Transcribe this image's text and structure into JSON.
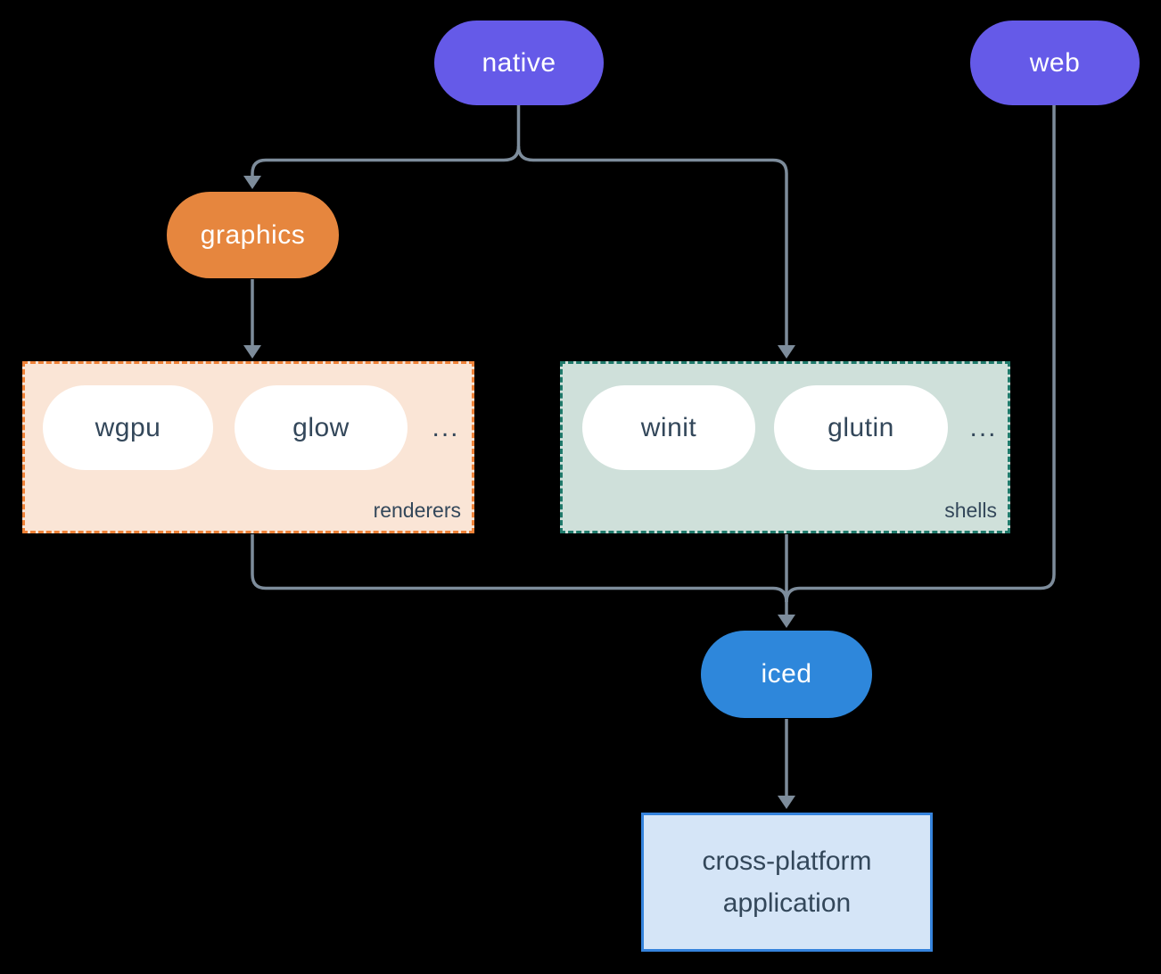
{
  "background": "#000000",
  "colors": {
    "platform_pill": "#655AE8",
    "graphics_pill": "#E6863E",
    "iced_pill": "#2E87DB",
    "item_pill": "#FFFFFF",
    "renderers_box_bg": "#FAE5D6",
    "renderers_box_border": "#EF8238",
    "shells_box_bg": "#CFE0DA",
    "shells_box_border": "#1F7A6B",
    "app_box_bg": "#D5E5F7",
    "app_box_border": "#3583DC",
    "connector": "#7D8C9B",
    "dark_text": "#33475A",
    "light_text": "#FFFFFF"
  },
  "nodes": {
    "native": {
      "label": "native"
    },
    "web": {
      "label": "web"
    },
    "graphics": {
      "label": "graphics"
    },
    "iced": {
      "label": "iced"
    },
    "application": {
      "lines": [
        "cross-platform",
        "application"
      ]
    }
  },
  "groups": {
    "renderers": {
      "label": "renderers",
      "items": [
        "wgpu",
        "glow"
      ],
      "more": "..."
    },
    "shells": {
      "label": "shells",
      "items": [
        "winit",
        "glutin"
      ],
      "more": "..."
    }
  },
  "edges": [
    {
      "from": "native",
      "to": "graphics"
    },
    {
      "from": "native",
      "to": "shells"
    },
    {
      "from": "graphics",
      "to": "renderers"
    },
    {
      "from": "renderers",
      "to": "iced"
    },
    {
      "from": "shells",
      "to": "iced"
    },
    {
      "from": "web",
      "to": "iced"
    },
    {
      "from": "iced",
      "to": "application"
    }
  ]
}
